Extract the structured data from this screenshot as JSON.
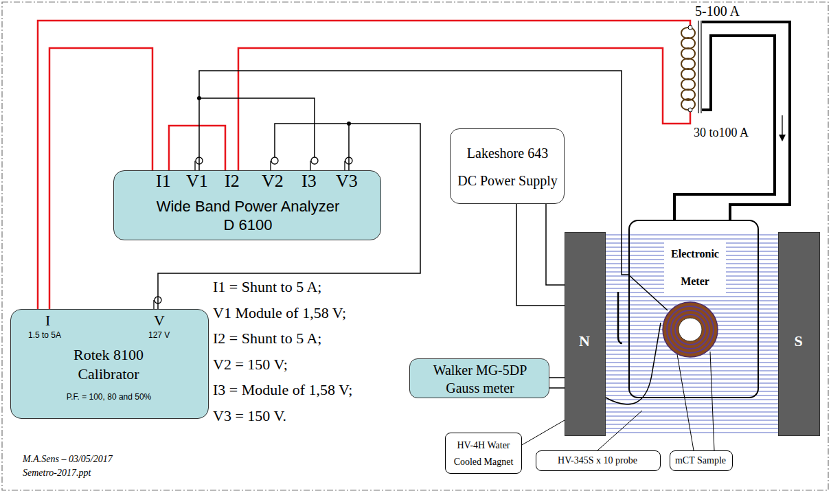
{
  "diagram": {
    "nodes": [
      {
        "text": [
          "I1",
          "V1",
          "I2",
          "V2",
          "I3",
          "V3",
          "Wide Band Power Analyzer D 6100"
        ]
      },
      {
        "text": [
          "Lakeshore 643 DC Power Supply"
        ]
      },
      {
        "text": [
          "Electronic Meter"
        ]
      },
      {
        "text": [
          "I",
          "1.5 to 5A",
          "V",
          "127 V",
          "Rotek 8100 Calibrator",
          "P.F. = 100, 80 and 50%"
        ]
      },
      {
        "text": [
          "N"
        ]
      },
      {
        "text": [
          "S"
        ]
      },
      {
        "text": [
          "Walker MG-5DP Gauss meter"
        ]
      },
      {
        "text": [
          "HV-4H Water Cooled Magnet"
        ]
      },
      {
        "text": [
          "HV-345S x 10 probe"
        ]
      },
      {
        "text": [
          "mCT Sample"
        ]
      }
    ],
    "edges": [
      {
        "from": 3,
        "to": 0,
        "arrow": "none"
      },
      {
        "from": 0,
        "to": 2,
        "arrow": "none"
      },
      {
        "from": 0,
        "to": 3,
        "arrow": "none"
      },
      {
        "from": 1,
        "to": 4,
        "arrow": "none"
      },
      {
        "from": 6,
        "to": 4,
        "arrow": "none"
      },
      {
        "from": 7,
        "to": 4,
        "arrow": "none"
      }
    ],
    "labels": [
      "5-100 A",
      "30 to100 A",
      "I1 = Shunt to 5 A;",
      "V1 Module of 1,58 V;",
      "I2 = Shunt to 5 A;",
      "V2 = 150 V;",
      "I3 = Module of 1,58 V;",
      "V3 = 150 V.",
      "M.A.Sens – 03/05/2017",
      "Semetro-2017.ppt"
    ]
  }
}
